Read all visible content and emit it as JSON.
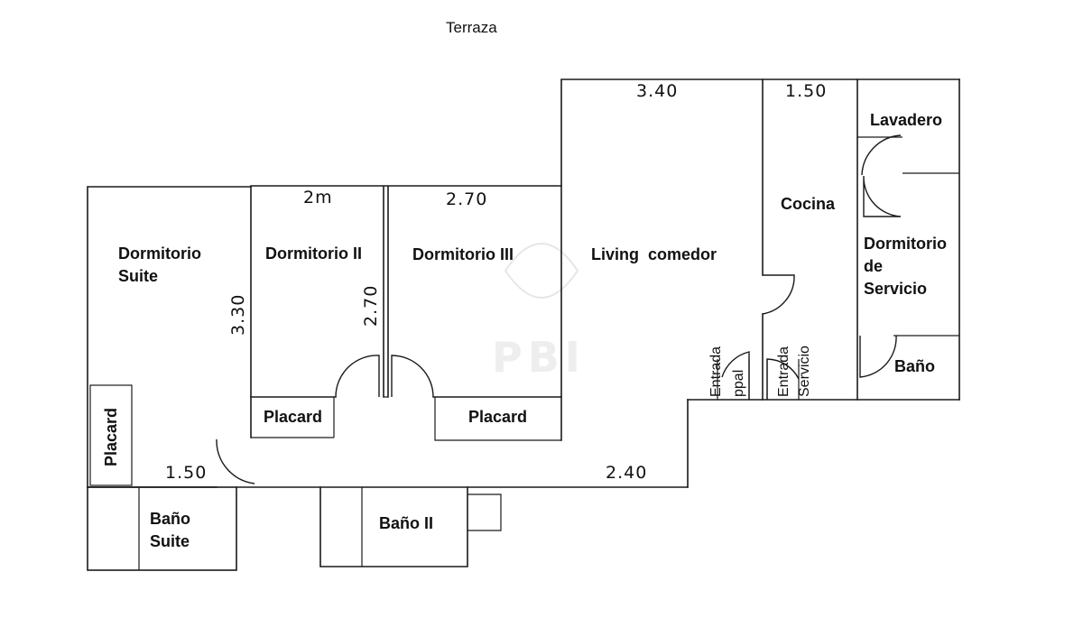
{
  "outside_label": "Terraza",
  "rooms": {
    "dormitorio_suite": [
      "Dormitorio",
      "Suite"
    ],
    "dormitorio_ii": "Dormitorio II",
    "dormitorio_iii": "Dormitorio III",
    "living": "Living  comedor",
    "cocina": "Cocina",
    "lavadero": "Lavadero",
    "dormitorio_servicio": [
      "Dormitorio",
      "de",
      "Servicio"
    ],
    "bano_servicio": "Baño",
    "bano_suite": [
      "Baño",
      "Suite"
    ],
    "bano_ii": "Baño II",
    "placard_suite": "Placard",
    "placard_ii": "Placard",
    "placard_iii": "Placard"
  },
  "entrances": {
    "principal": [
      "Entrada",
      "ppal"
    ],
    "servicio": [
      "Entrada",
      "Servicio"
    ]
  },
  "dimensions": {
    "living_width": "3.40",
    "cocina_width": "1.50",
    "dorm_ii_width": "2m",
    "dorm_iii_width": "2.70",
    "suite_height": "3.30",
    "dorm_ii_height": "2.70",
    "hall_left": "1.50",
    "hall_right": "2.40"
  },
  "watermark": "PBI"
}
